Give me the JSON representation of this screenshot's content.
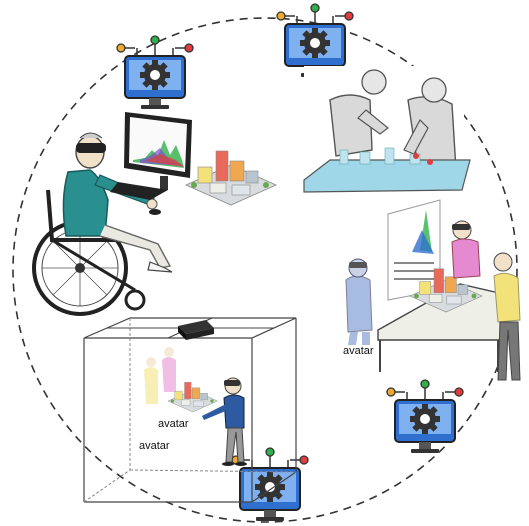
{
  "colors": {
    "monitor_blue": "#2f6fd0",
    "monitor_light": "#7fb0ef",
    "gear": "#333333",
    "node_red": "#e23c3c",
    "node_green": "#2fb04a",
    "node_orange": "#f0a830",
    "dash": "#333333",
    "shirt_teal": "#2a8f8f",
    "shirt_blue": "#2d5aa0",
    "shirt_pink": "#e58ad1",
    "shirt_yellow": "#f3e27a",
    "avatar_ghost": "#8aa6d6"
  },
  "icons": [
    "computer-gear-icon",
    "wheelchair-user-figure",
    "monitor-with-chart",
    "city-model-on-table",
    "two-people-at-table-sketch",
    "standing-group-with-avatar",
    "cave-room-with-projector"
  ],
  "labels": {
    "avatar_right": "avatar",
    "avatar_cave_inner": "avatar",
    "avatar_cave_outer": "avatar"
  }
}
